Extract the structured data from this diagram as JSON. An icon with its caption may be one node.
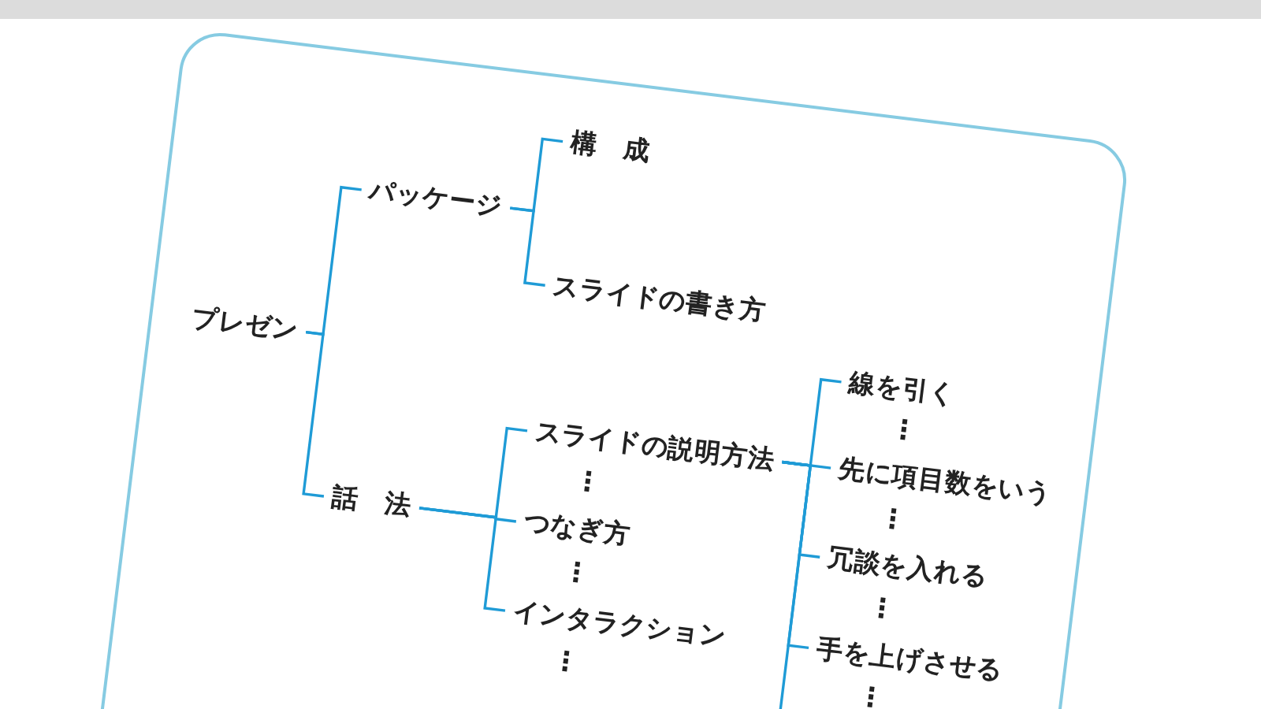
{
  "diagram": {
    "nodes": [
      {
        "text": [],
        "shape": "box"
      },
      {
        "text": [
          "プレゼン"
        ],
        "in": 0
      },
      {
        "text": [
          "パッケージ"
        ],
        "in": 0
      },
      {
        "text": [
          "構　成"
        ],
        "in": 0
      },
      {
        "text": [
          "スライドの書き方"
        ],
        "in": 0
      },
      {
        "text": [
          "話　法"
        ],
        "in": 0
      },
      {
        "text": [
          "スライドの説明方法"
        ],
        "in": 0
      },
      {
        "text": [
          "つなぎ方"
        ],
        "in": 0
      },
      {
        "text": [
          "インタラクション"
        ],
        "in": 0
      },
      {
        "text": [
          "線を引く"
        ],
        "in": 0
      },
      {
        "text": [
          "先に項目数をいう"
        ],
        "in": 0
      },
      {
        "text": [
          "冗談を入れる"
        ],
        "in": 0
      },
      {
        "text": [
          "手を上げさせる"
        ],
        "in": 0
      }
    ],
    "edges": [
      {
        "from": 1,
        "to": 2,
        "arrow": "none"
      },
      {
        "from": 1,
        "to": 5,
        "arrow": "none"
      },
      {
        "from": 2,
        "to": 3,
        "arrow": "none"
      },
      {
        "from": 2,
        "to": 4,
        "arrow": "none"
      },
      {
        "from": 5,
        "to": 6,
        "arrow": "none"
      },
      {
        "from": 5,
        "to": 7,
        "arrow": "none"
      },
      {
        "from": 5,
        "to": 8,
        "arrow": "none"
      },
      {
        "from": 6,
        "to": 9,
        "arrow": "none"
      },
      {
        "from": 6,
        "to": 10,
        "arrow": "none"
      },
      {
        "from": 6,
        "to": 11,
        "arrow": "none"
      },
      {
        "from": 6,
        "to": 12,
        "arrow": "none"
      },
      {
        "from": 6,
        "to": null,
        "arrow": "none"
      }
    ],
    "labels": [
      "⋮",
      "⋮",
      "⋮",
      "⋮",
      "⋮",
      "⋮",
      "⋮"
    ]
  }
}
